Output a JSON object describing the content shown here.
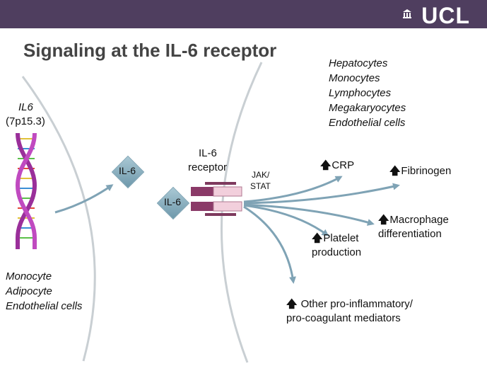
{
  "logo": "UCL",
  "title": "Signaling at the IL-6 receptor",
  "gene": {
    "name": "IL6",
    "locus": "(7p15.3)"
  },
  "source_cells": [
    "Monocyte",
    "Adipocyte",
    "Endothelial cells"
  ],
  "target_cells": [
    "Hepatocytes",
    "Monocytes",
    "Lymphocytes",
    "Megakaryocytes",
    "Endothelial cells"
  ],
  "ligand_label": "IL-6",
  "bound_label": "IL-6",
  "receptor_label": [
    "IL-6",
    "receptor"
  ],
  "pathway_label": [
    "JAK/",
    "STAT"
  ],
  "arrow_icon": "up-arrow-icon",
  "outcomes": {
    "crp": "CRP",
    "fibrinogen": "Fibrinogen",
    "macrophage": [
      "Macrophage",
      "differentiation"
    ],
    "platelet": [
      "Platelet",
      "production"
    ],
    "other": [
      "Other pro-inflammatory/",
      "pro-coagulant mediators"
    ]
  },
  "colors": {
    "header": "#4f3e5f",
    "arrow": "#7fa3b5",
    "helix": "#9a2f9a",
    "receptor": "#7e3a5e"
  }
}
